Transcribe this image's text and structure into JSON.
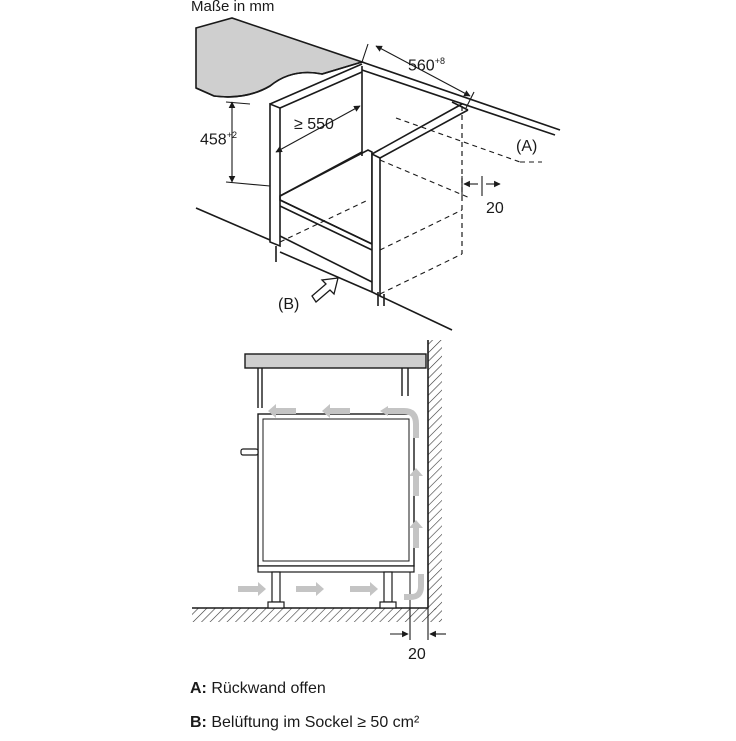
{
  "diagram": {
    "units_label": "Maße in mm",
    "dimensions": {
      "width": "560",
      "width_tol": "+8",
      "depth": "≥ 550",
      "height": "458",
      "height_tol": "+2",
      "gap_top": "20",
      "gap_bottom": "20"
    },
    "markers": {
      "a": "(A)",
      "b": "(B)"
    },
    "legend": [
      {
        "key": "A:",
        "text": "Rückwand offen"
      },
      {
        "key": "B:",
        "text": "Belüftung im Sockel ≥ 50 cm²"
      }
    ],
    "colors": {
      "line": "#1a1a1a",
      "countertop": "#cfcfcf",
      "airflow": "#c4c4c4",
      "hatch": "#333333"
    }
  }
}
